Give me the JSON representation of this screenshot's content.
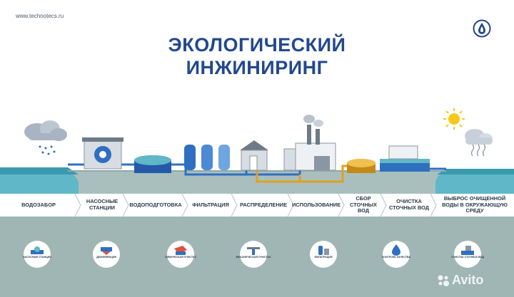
{
  "site_url": "www.technotecs.ru",
  "title_line1": "ЭКОЛОГИЧЕСКИЙ",
  "title_line2": "ИНЖИНИРИНГ",
  "steps": [
    "ВОДОЗАБОР",
    "НАСОСНЫЕ СТАНЦИИ",
    "ВОДОПОДГОТОВКА",
    "ФИЛЬТРАЦИЯ",
    "РАСПРЕДЕЛЕНИЕ",
    "ИСПОЛЬЗОВАНИЕ",
    "СБОР СТОЧНЫХ ВОД",
    "ОЧИСТКА СТОЧНЫХ ВОД",
    "ВЫБРОС ОЧИЩЕННОЙ ВОДЫ В ОКРУЖАЮЩУЮ СРЕДУ"
  ],
  "circles": [
    "НАСОСНЫЕ СТАНЦИИ",
    "ДЕЗИНФЕКЦИЯ",
    "ХИМИЧЕСКАЯ ОЧИСТКА",
    "МЕХАНИЧЕСКАЯ ОЧИСТКА",
    "ФИЛЬТРАЦИЯ",
    "КОНТРОЛЬ КАЧЕСТВА",
    "ОЧИСТКА СТОЧНЫХ ВОД"
  ],
  "watermark": "Avito",
  "colors": {
    "title": "#23488e",
    "water": "#5fb7c8",
    "pipe_clean": "#2f6fc0",
    "pipe_waste": "#e0a020",
    "bottom": "#9fb6b5"
  }
}
